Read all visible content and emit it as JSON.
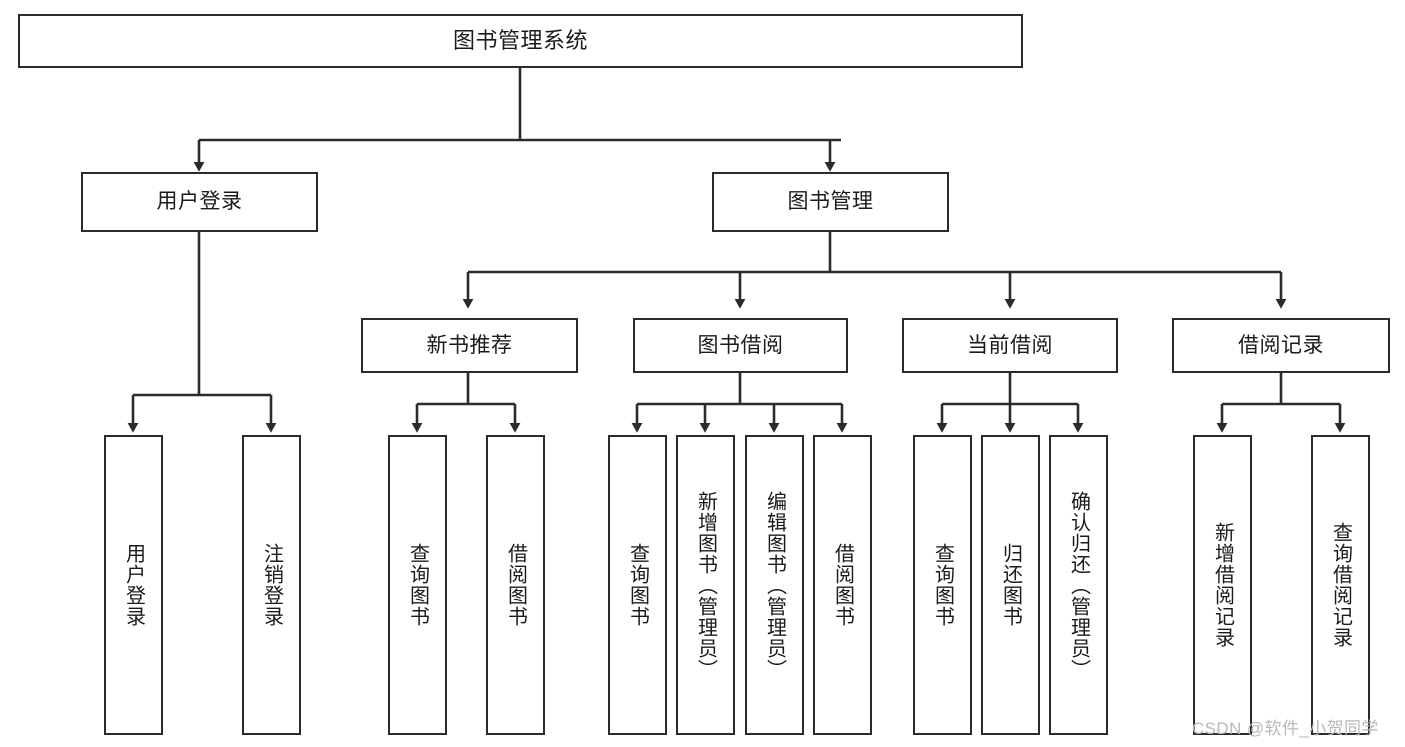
{
  "diagram": {
    "title": "图书管理系统",
    "type": "tree-hierarchy",
    "nodes": {
      "root": {
        "label": "图书管理系统"
      },
      "level2": [
        {
          "id": "user-login",
          "label": "用户登录"
        },
        {
          "id": "book-management",
          "label": "图书管理"
        }
      ],
      "level3": [
        {
          "id": "new-book-recommend",
          "label": "新书推荐"
        },
        {
          "id": "book-borrow",
          "label": "图书借阅"
        },
        {
          "id": "current-borrow",
          "label": "当前借阅"
        },
        {
          "id": "borrow-record",
          "label": "借阅记录"
        }
      ],
      "leaves": {
        "user_login": [
          {
            "id": "leaf-user-login",
            "label": "用户登录"
          },
          {
            "id": "leaf-logout",
            "label": "注销登录"
          }
        ],
        "new_book_recommend": [
          {
            "id": "leaf-query-book-1",
            "label": "查询图书"
          },
          {
            "id": "leaf-borrow-book-1",
            "label": "借阅图书"
          }
        ],
        "book_borrow": [
          {
            "id": "leaf-query-book-2",
            "label": "查询图书"
          },
          {
            "id": "leaf-add-book",
            "label": "新增图书（管理员）"
          },
          {
            "id": "leaf-edit-book",
            "label": "编辑图书（管理员）"
          },
          {
            "id": "leaf-borrow-book-2",
            "label": "借阅图书"
          }
        ],
        "current_borrow": [
          {
            "id": "leaf-query-book-3",
            "label": "查询图书"
          },
          {
            "id": "leaf-return-book",
            "label": "归还图书"
          },
          {
            "id": "leaf-confirm-return",
            "label": "确认归还（管理员）"
          }
        ],
        "borrow_record": [
          {
            "id": "leaf-add-record",
            "label": "新增借阅记录"
          },
          {
            "id": "leaf-query-record",
            "label": "查询借阅记录"
          }
        ]
      }
    },
    "colors": {
      "stroke": "#2b2b2b",
      "fill": "#ffffff",
      "text": "#1b1b1b",
      "watermark": "#b8b8b8"
    }
  },
  "watermark": {
    "text": "CSDN @软件_小贺同学"
  }
}
